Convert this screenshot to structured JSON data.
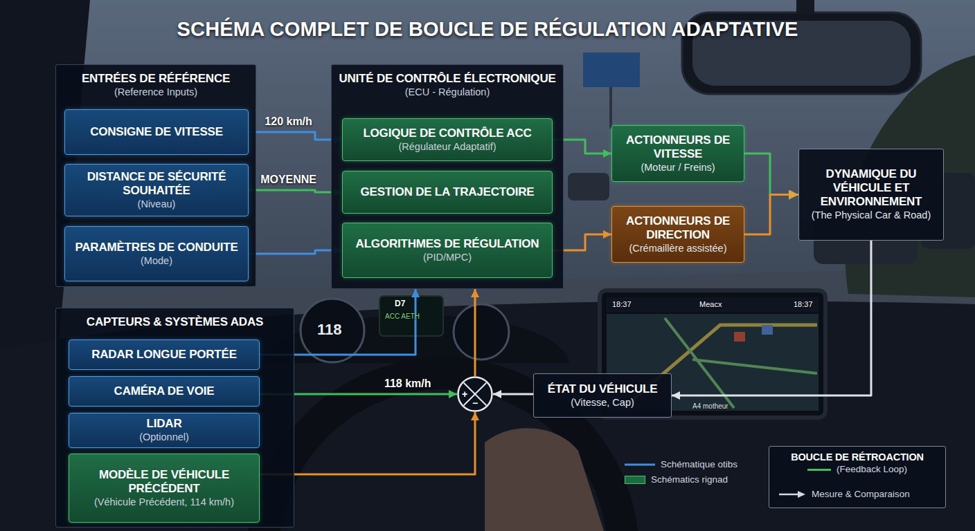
{
  "diagram": {
    "title": "SCHÉMA COMPLET DE BOUCLE DE RÉGULATION ADAPTATIVE",
    "nodes": [
      {
        "text": [
          "ENTRÉES DE RÉFÉRENCE",
          "(Reference Inputs)"
        ]
      },
      {
        "text": [
          "CONSIGNE DE VITESSE"
        ],
        "in": 0
      },
      {
        "text": [
          "DISTANCE DE SÉCURITÉ SOUHAITÉE",
          "(Niveau)"
        ],
        "in": 0
      },
      {
        "text": [
          "PARAMÈTRES DE CONDUITE",
          "(Mode)"
        ],
        "in": 0
      },
      {
        "text": [
          "UNITÉ DE CONTRÔLE ÉLECTRONIQUE",
          "(ECU - Régulation)"
        ]
      },
      {
        "text": [
          "LOGIQUE DE CONTRÔLE ACC",
          "(Régulateur Adaptatif)"
        ],
        "in": 4
      },
      {
        "text": [
          "GESTION DE LA TRAJECTOIRE"
        ],
        "in": 4
      },
      {
        "text": [
          "ALGORITHMES DE RÉGULATION",
          "(PID/MPC)"
        ],
        "in": 4
      },
      {
        "text": [
          "ACTIONNEURS DE VITESSE",
          "(Moteur / Freins)"
        ]
      },
      {
        "text": [
          "ACTIONNEURS DE DIRECTION",
          "(Crémaillère assistée)"
        ]
      },
      {
        "text": [
          "DYNAMIQUE DU VÉHICULE ET ENVIRONNEMENT",
          "(The Physical Car & Road)"
        ]
      },
      {
        "text": [
          "CAPTEURS & SYSTÈMES ADAS"
        ]
      },
      {
        "text": [
          "RADAR LONGUE PORTÉE"
        ],
        "in": 11
      },
      {
        "text": [
          "CAMÉRA DE VOIE"
        ],
        "in": 11
      },
      {
        "text": [
          "LIDAR",
          "(Optionnel)"
        ],
        "in": 11
      },
      {
        "text": [
          "MODÈLE DE VÉHICULE PRÉCÉDENT",
          "(Véhicule Précédent, 114 km/h)"
        ],
        "in": 11
      },
      {
        "text": [
          "+",
          "−"
        ]
      },
      {
        "text": [
          "ÉTAT DU VÉHICULE",
          "(Vitesse, Cap)"
        ]
      },
      {
        "text": [
          "BOUCLE DE RÉTROACTION",
          "(Feedback Loop)"
        ]
      }
    ],
    "edges": [
      {
        "from": 1,
        "to": 5,
        "label": "120 km/h",
        "arrow": "to"
      },
      {
        "from": 2,
        "to": 6,
        "label": "MOYENNE",
        "arrow": "to"
      },
      {
        "from": 3,
        "to": 7,
        "arrow": "to"
      },
      {
        "from": 5,
        "to": 8,
        "arrow": "to"
      },
      {
        "from": 7,
        "to": 9,
        "arrow": "to"
      },
      {
        "from": 8,
        "to": 10,
        "arrow": "to"
      },
      {
        "from": 9,
        "to": 10,
        "arrow": "to"
      },
      {
        "from": 10,
        "to": 17,
        "arrow": "to"
      },
      {
        "from": 17,
        "to": 16,
        "arrow": "to"
      },
      {
        "from": 16,
        "to": 4,
        "arrow": "to"
      },
      {
        "from": 12,
        "to": 4,
        "arrow": "to"
      },
      {
        "from": 13,
        "to": 16,
        "label": "118 km/h",
        "arrow": "to"
      },
      {
        "from": 15,
        "to": 16,
        "arrow": "to"
      }
    ],
    "labels": [
      "118",
      "D7",
      "ACC AETH",
      "18:37",
      "Meacx",
      "18:37",
      "A4 motheur"
    ],
    "legend": [
      {
        "text": "Schématique otibs"
      },
      {
        "text": "Schématics rignad",
        "color": "#1e6a40"
      },
      {
        "text": "Mesure & Comparaison"
      }
    ]
  }
}
